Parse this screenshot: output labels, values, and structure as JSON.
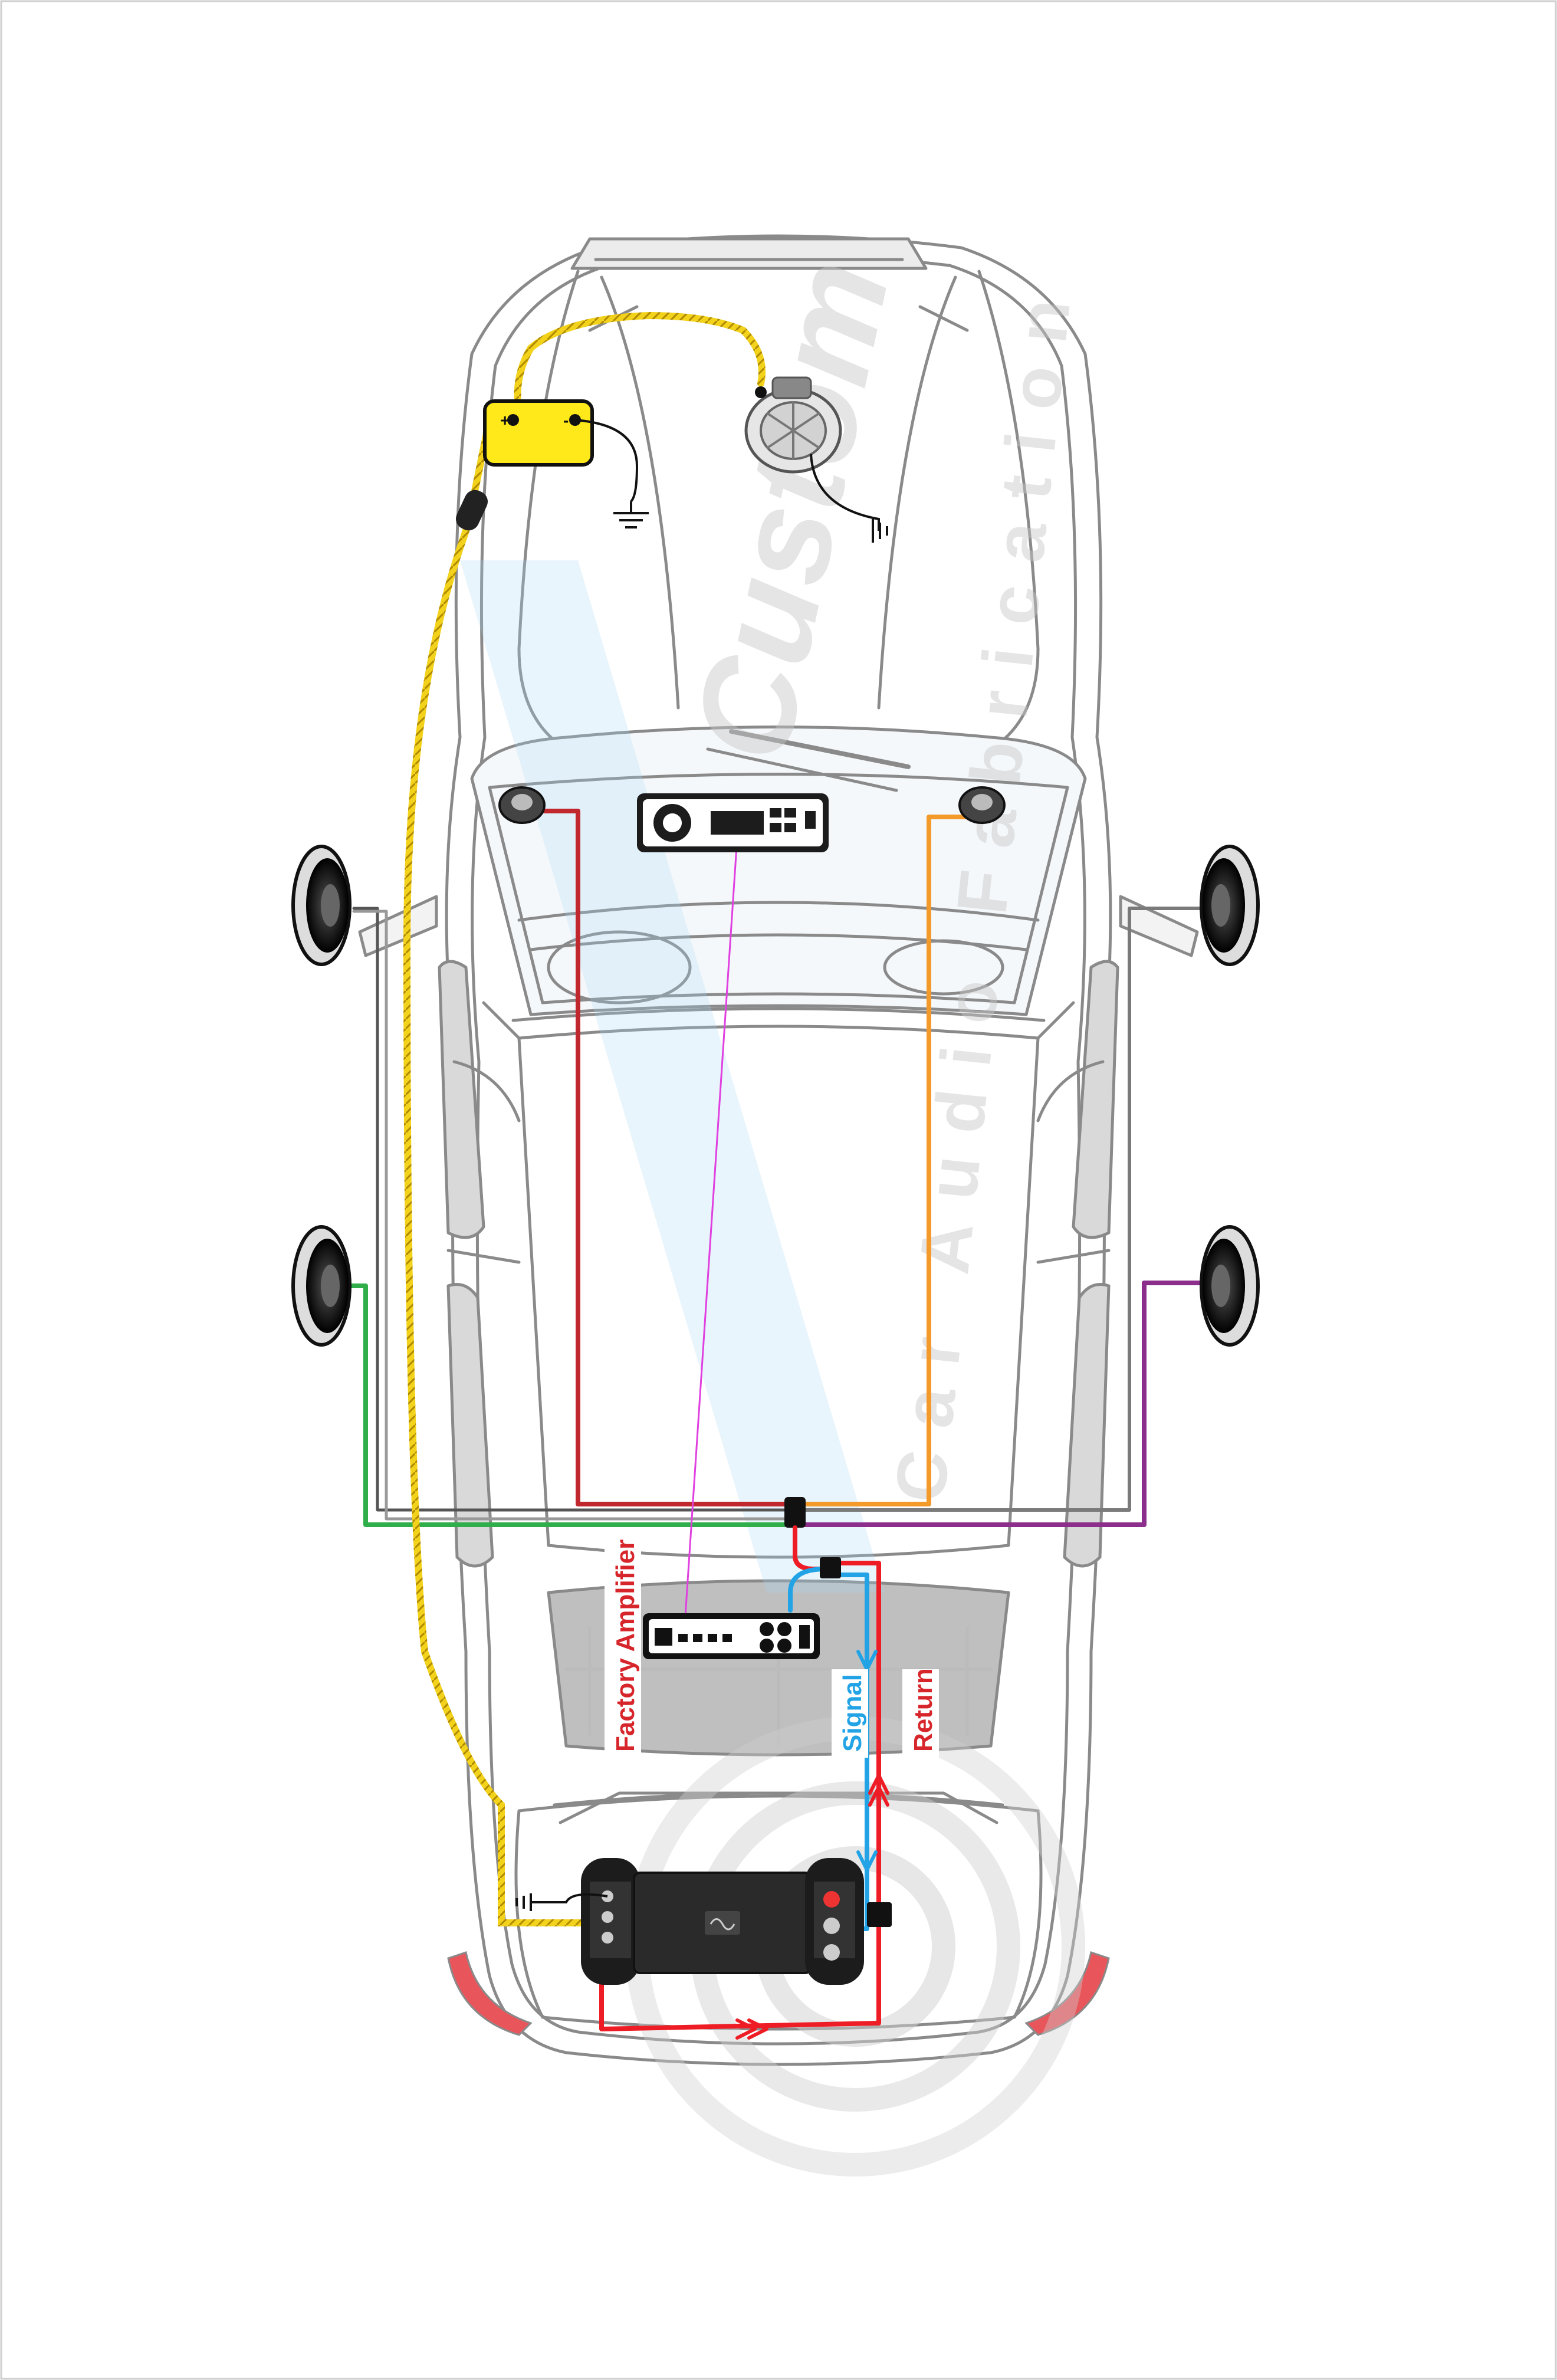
{
  "labels": {
    "factory_amplifier": "Factory Amplifier",
    "signal": "Signal",
    "return": "Return"
  },
  "watermark": {
    "line1": "Custom",
    "line2": "Car Audio Fabrication"
  },
  "battery": {
    "positive": "+",
    "negative": "-"
  },
  "colors": {
    "power_wire": "#f2d21b",
    "front_left_wire": "#c0282d",
    "front_right_wire": "#f39a2b",
    "rear_left_wire": "#2fae4a",
    "rear_right_wire": "#8c2f8c",
    "door_wire": "#7a7a7a",
    "signal_wire": "#22a3e6",
    "return_wire": "#ee1c24",
    "remote_wire": "#e040e0",
    "battery": "#ffe91a",
    "tail_light": "#e8555b"
  },
  "icons": [
    "battery-icon",
    "alternator-icon",
    "head-unit-icon",
    "factory-amplifier-icon",
    "aftermarket-amplifier-icon",
    "speaker-icon",
    "tweeter-icon",
    "ground-icon",
    "fuse-icon"
  ]
}
